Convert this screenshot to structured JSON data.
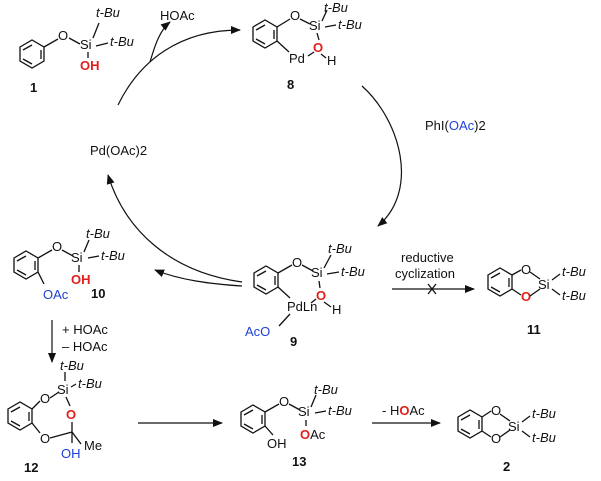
{
  "compounds": {
    "c1": {
      "number": "1"
    },
    "c8": {
      "number": "8"
    },
    "c9": {
      "number": "9"
    },
    "c10": {
      "number": "10"
    },
    "c11": {
      "number": "11"
    },
    "c12": {
      "number": "12"
    },
    "c13": {
      "number": "13"
    },
    "c2": {
      "number": "2"
    }
  },
  "atoms": {
    "o": "O",
    "si": "Si",
    "pd": "Pd",
    "h": "H",
    "oh": "OH",
    "oac": "OAc",
    "aco": "AcO",
    "me": "Me",
    "tbu": "t-Bu",
    "pdln": "PdLn"
  },
  "reagents": {
    "hoac_top": "HOAc",
    "pd_oac2": "Pd(OAc)2",
    "phi_prefix": "PhI(",
    "phi_oac": "OAc",
    "phi_suffix": ")2",
    "add_hoac": "+ HOAc",
    "remove_hoac": "– HOAc",
    "minus_h": "- H",
    "minus_o": "O",
    "minus_ac": "Ac",
    "reductive": "reductive",
    "cyclization": "cyclization"
  },
  "colors": {
    "oxygen_highlight": "#e0201c",
    "acetate_blue": "#1f3fd6"
  }
}
